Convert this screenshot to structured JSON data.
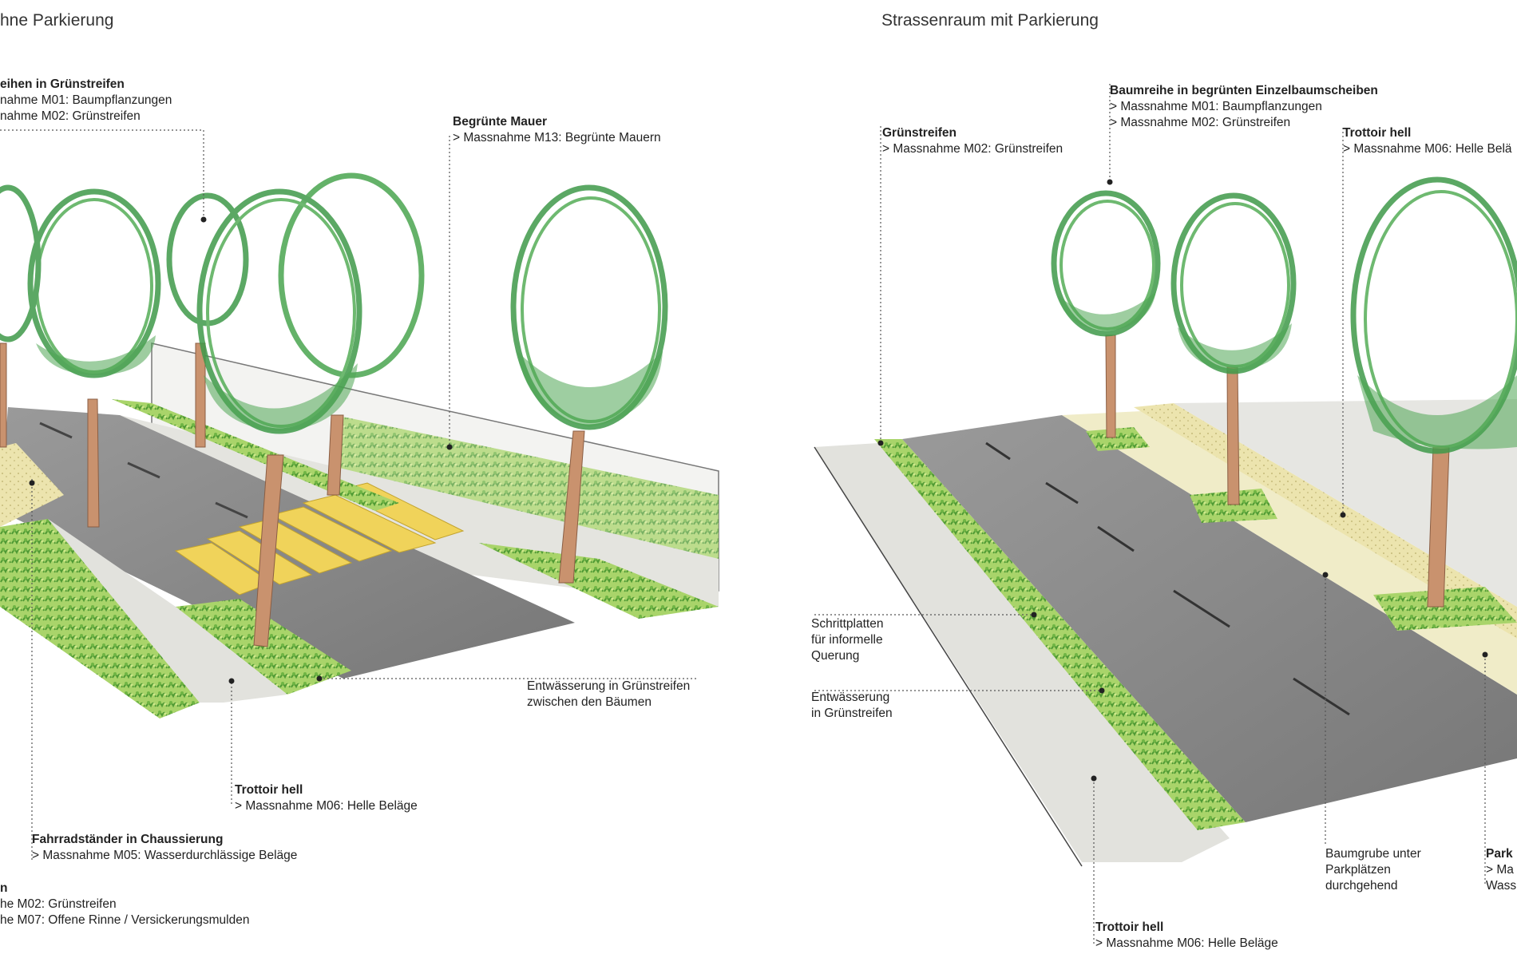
{
  "titles": {
    "left": "hne Parkierung",
    "right": "Strassenraum mit Parkierung"
  },
  "left": {
    "baumreihen": {
      "heading": "eihen in Grünstreifen",
      "line1": "nahme M01: Baumpflanzungen",
      "line2": "nahme M02: Grünstreifen"
    },
    "begruente_mauer": {
      "heading": "Begrünte Mauer",
      "line1": "> Massnahme M13: Begrünte Mauern"
    },
    "entwaesserung": {
      "line1": "Entwässerung in Grünstreifen",
      "line2": "zwischen den Bäumen"
    },
    "trottoir": {
      "heading": "Trottoir hell",
      "line1": "> Massnahme M06: Helle Beläge"
    },
    "fahrradstaender": {
      "heading": "Fahrradständer in Chaussierung",
      "line1": "> Massnahme M05: Wasserdurchlässige Beläge"
    },
    "gruenstreifen_bottom": {
      "heading": "n",
      "line1": "he M02: Grünstreifen",
      "line2": "he M07: Offene Rinne / Versickerungsmulden"
    }
  },
  "right": {
    "baumreihe": {
      "heading": "Baumreihe in begrünten Einzelbaumscheiben",
      "line1": "> Massnahme M01: Baumpflanzungen",
      "line2": "> Massnahme M02: Grünstreifen"
    },
    "gruenstreifen": {
      "heading": "Grünstreifen",
      "line1": "> Massnahme M02: Grünstreifen"
    },
    "trottoir_top": {
      "heading": "Trottoir hell",
      "line1": "> Massnahme M06: Helle Belä"
    },
    "schrittplatten": {
      "line1": "Schrittplatten",
      "line2": "für informelle",
      "line3": "Querung"
    },
    "entwaesserung": {
      "line1": "Entwässerung",
      "line2": "in Grünstreifen"
    },
    "baumgrube": {
      "line1": "Baumgrube unter",
      "line2": "Parkplätzen",
      "line3": "durchgehend"
    },
    "parkplaetze": {
      "heading": "Park",
      "line1": "> Ma",
      "line2": "Wass"
    },
    "trottoir_bottom": {
      "heading": "Trottoir hell",
      "line1": "> Massnahme M06: Helle Beläge"
    }
  },
  "colors": {
    "tree_green": "#3f9a4a",
    "tree_green_light": "#6fbf6a",
    "shrub_green": "#8cc63f",
    "trunk": "#c9926e",
    "asphalt": "#8a8a8a",
    "sidewalk": "#dcdcd6",
    "crosswalk": "#f0d35a",
    "chaussierung": "#e9e2a8"
  }
}
